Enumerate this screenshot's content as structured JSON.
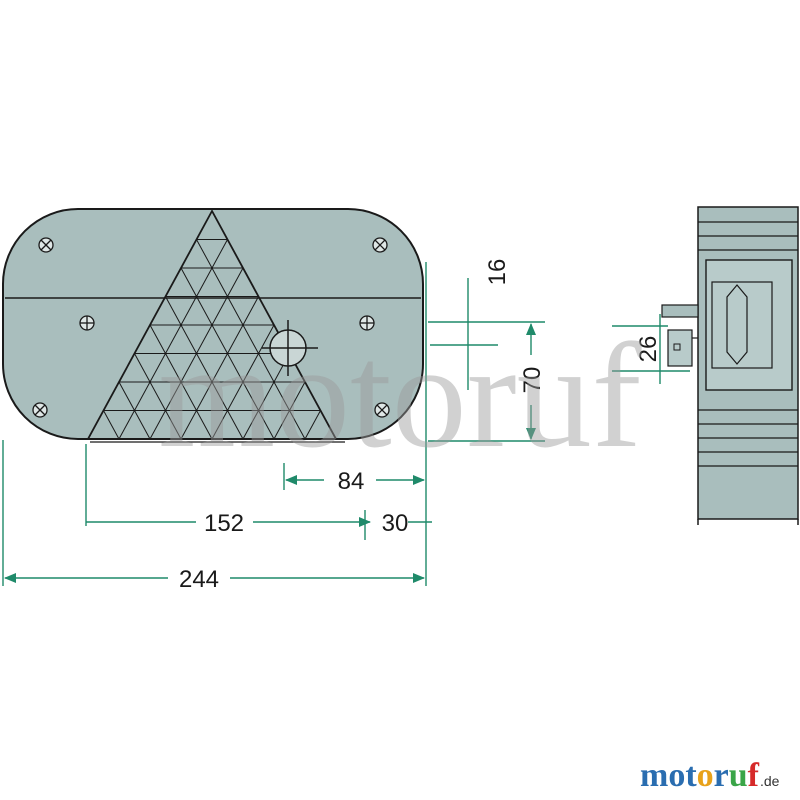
{
  "colors": {
    "housing": "#a9bebd",
    "outline": "#1a1a1a",
    "dimension": "#1f8a6a",
    "text": "#1a1a1a",
    "watermark": "#9a9a9a"
  },
  "dimensions": {
    "total_width": "244",
    "lower_offset": "152",
    "right_offset": "30",
    "mid_offset": "84",
    "height_70": "70",
    "thickness_16": "16",
    "side_26": "26"
  },
  "watermark": "motoruf",
  "logo": {
    "letters": [
      {
        "char": "m",
        "color": "#2a6db0"
      },
      {
        "char": "o",
        "color": "#2a6db0"
      },
      {
        "char": "t",
        "color": "#2a6db0"
      },
      {
        "char": "o",
        "color": "#e8a21a"
      },
      {
        "char": "r",
        "color": "#2a6db0"
      },
      {
        "char": "u",
        "color": "#3aa548"
      },
      {
        "char": "f",
        "color": "#d62a2a"
      }
    ],
    "suffix": ".de"
  },
  "icons": [
    "screw-icon",
    "triangle-reflector-icon",
    "bulb-socket-icon"
  ]
}
